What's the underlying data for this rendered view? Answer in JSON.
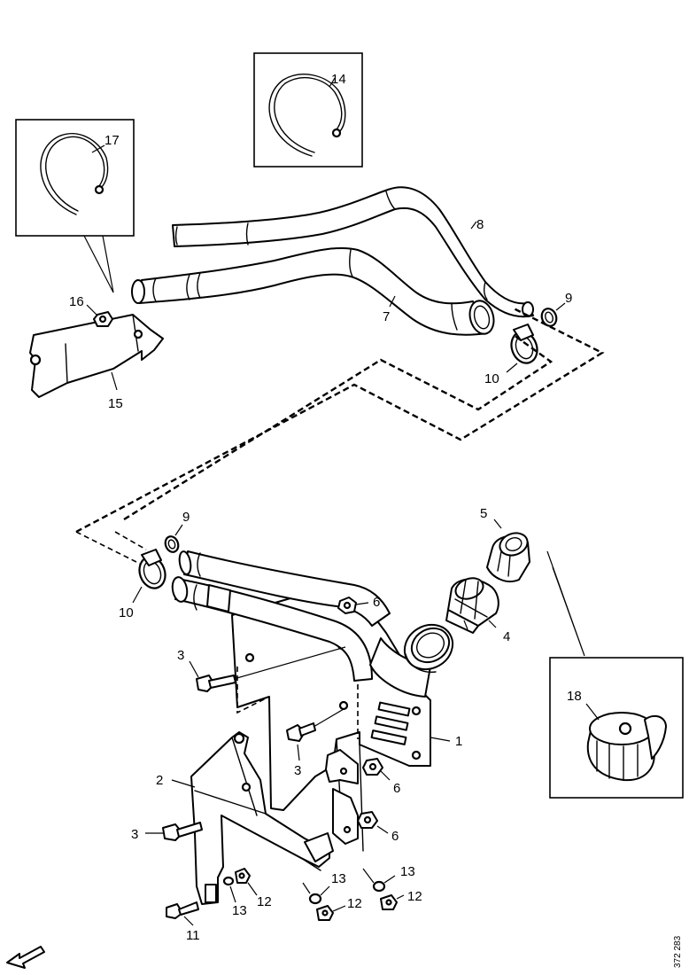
{
  "diagram": {
    "reference_number": "372 283",
    "callouts": {
      "c1": "1",
      "c2": "2",
      "c3a": "3",
      "c3b": "3",
      "c3c": "3",
      "c4": "4",
      "c5": "5",
      "c6a": "6",
      "c6b": "6",
      "c6c": "6",
      "c7": "7",
      "c8": "8",
      "c9a": "9",
      "c9b": "9",
      "c10a": "10",
      "c10b": "10",
      "c11": "11",
      "c12a": "12",
      "c12b": "12",
      "c12c": "12",
      "c13a": "13",
      "c13b": "13",
      "c13c": "13",
      "c14": "14",
      "c15": "15",
      "c16": "16",
      "c17": "17",
      "c18": "18"
    }
  }
}
